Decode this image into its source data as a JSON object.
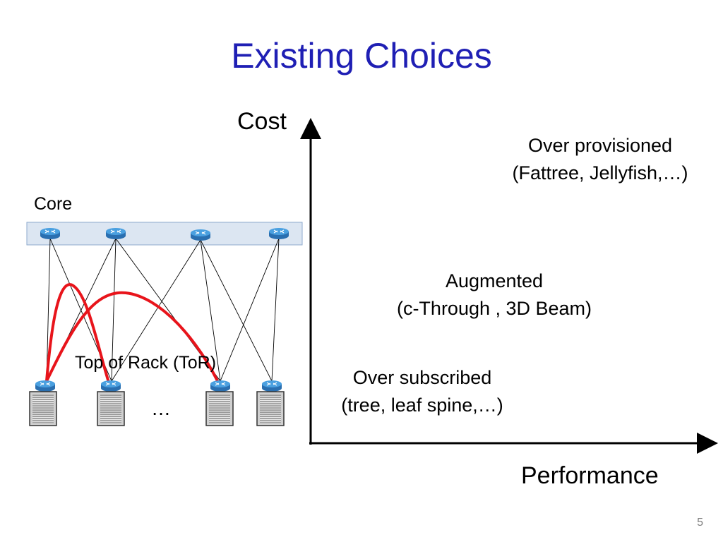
{
  "slide": {
    "title": "Existing Choices",
    "page_number": "5"
  },
  "axes": {
    "y_label": "Cost",
    "x_label": "Performance"
  },
  "regions": {
    "over_provisioned": {
      "line1": "Over provisioned",
      "line2": "(Fattree, Jellyfish,…)"
    },
    "augmented": {
      "line1": "Augmented",
      "line2": "(c-Through , 3D Beam)"
    },
    "over_subscribed": {
      "line1": "Over subscribed",
      "line2": "(tree, leaf spine,…)"
    }
  },
  "topology": {
    "core_label": "Core",
    "tor_label": "Top of Rack (ToR)",
    "ellipsis": "…",
    "colors": {
      "core_band": "#dce6f2",
      "router": "#3a8fd0",
      "augment_link": "#e8141b",
      "rack": "#888888"
    }
  }
}
